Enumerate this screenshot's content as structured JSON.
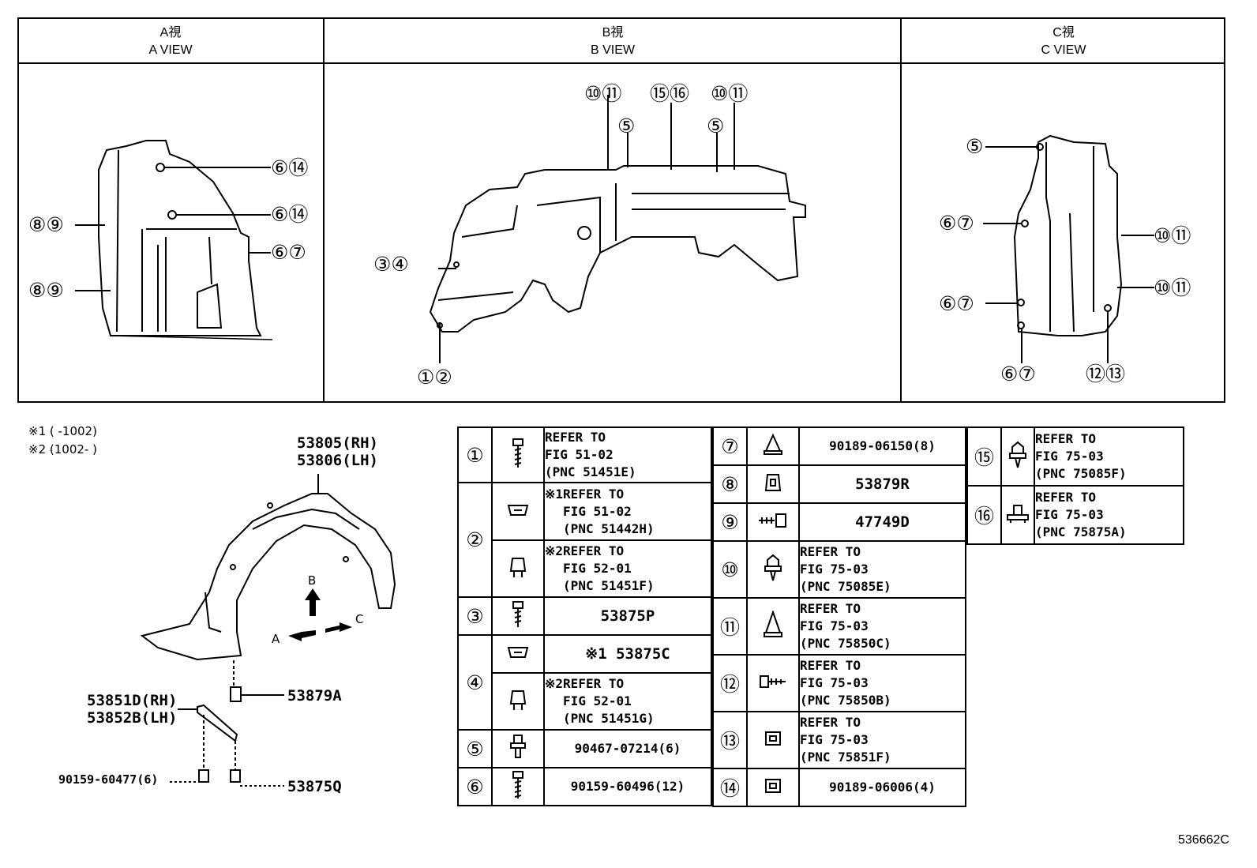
{
  "views": [
    {
      "jp": "A視",
      "en": "A VIEW"
    },
    {
      "jp": "B視",
      "en": "B VIEW"
    },
    {
      "jp": "C視",
      "en": "C VIEW"
    }
  ],
  "a_view_callouts": [
    "⑥⑭",
    "⑥⑭",
    "⑧⑨",
    "⑥⑦",
    "⑧⑨"
  ],
  "b_view_callouts": [
    "⑩⑪",
    "⑮⑯",
    "⑩⑪",
    "⑤",
    "⑤",
    "③④",
    "①②"
  ],
  "c_view_callouts": [
    "⑤",
    "⑥⑦",
    "⑩⑪",
    "⑩⑪",
    "⑥⑦",
    "⑥⑦",
    "⑫⑬"
  ],
  "notes": {
    "n1": "※1 (      -1002)",
    "n2": "※2 (1002-      )"
  },
  "assembly_labels": {
    "liner": "53805(RH)\n53806(LH)",
    "clip": "53879A",
    "bracket": "53851D(RH)\n53852B(LH)",
    "bolt": "90159-60477(6)",
    "nut": "53875Q",
    "arrow_a": "A",
    "arrow_b": "B",
    "arrow_c": "C"
  },
  "parts_table": {
    "col1": {
      "r1_num": "①",
      "r1_desc": "REFER TO\nFIG 51-02\n(PNC 51451E)",
      "r2_num": "②",
      "r2a_mark": "※1",
      "r2a_desc": "REFER TO\nFIG 51-02\n(PNC 51442H)",
      "r2b_mark": "※2",
      "r2b_desc": "REFER TO\nFIG 52-01\n(PNC 51451F)",
      "r3_num": "③",
      "r3_desc": "53875P",
      "r4_num": "④",
      "r4a_desc": "※1 53875C",
      "r4b_mark": "※2",
      "r4b_desc": "REFER TO\nFIG 52-01\n(PNC 51451G)",
      "r5_num": "⑤",
      "r5_desc": "90467-07214(6)",
      "r6_num": "⑥",
      "r6_desc": "90159-60496(12)"
    },
    "col2": {
      "r7_num": "⑦",
      "r7_desc": "90189-06150(8)",
      "r8_num": "⑧",
      "r8_desc": "53879R",
      "r9_num": "⑨",
      "r9_desc": "47749D",
      "r10_num": "⑩",
      "r10_desc": "REFER TO\nFIG 75-03\n(PNC 75085E)",
      "r11_num": "⑪",
      "r11_desc": "REFER TO\nFIG 75-03\n(PNC 75850C)",
      "r12_num": "⑫",
      "r12_desc": "REFER TO\nFIG 75-03\n(PNC 75850B)",
      "r13_num": "⑬",
      "r13_desc": "REFER TO\nFIG 75-03\n(PNC 75851F)",
      "r14_num": "⑭",
      "r14_desc": "90189-06006(4)"
    },
    "col3": {
      "r15_num": "⑮",
      "r15_desc": "REFER TO\nFIG 75-03\n(PNC 75085F)",
      "r16_num": "⑯",
      "r16_desc": "REFER TO\nFIG 75-03\n(PNC 75875A)"
    }
  },
  "figure_id": "536662C"
}
